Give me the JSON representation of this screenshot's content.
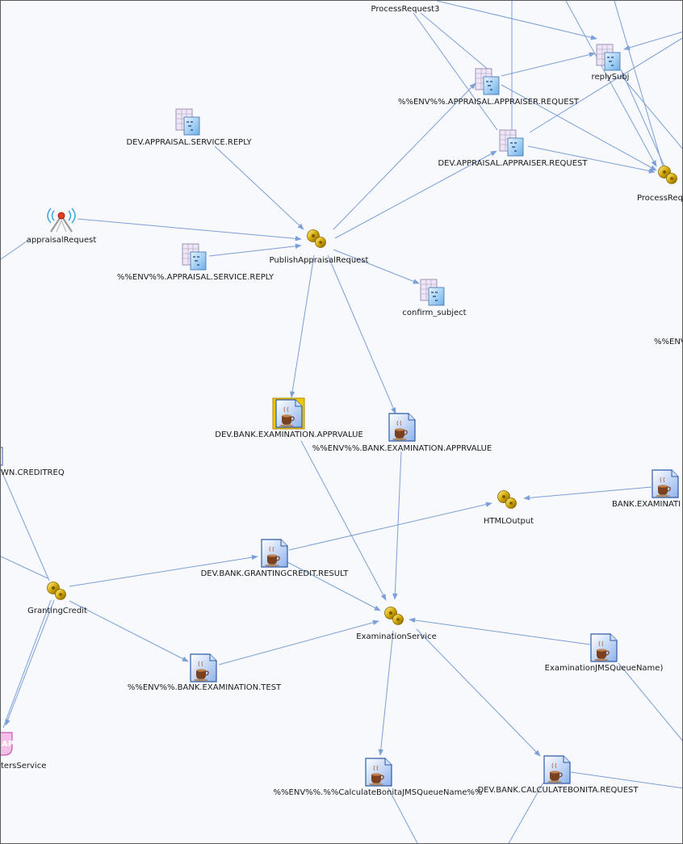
{
  "colors": {
    "edge": "#7b9fd6",
    "label": "#1a1a1a",
    "background": "#f7f9fd",
    "selection": "#f0c800"
  },
  "nodes": [
    {
      "id": "processRequest3",
      "label": "ProcessRequest3",
      "icon": "none"
    },
    {
      "id": "replySubj",
      "label": "replySubj",
      "icon": "queue-icon"
    },
    {
      "id": "envApprReq",
      "label": "%%ENV%%.APPRAISAL.APPRAISER.REQUEST",
      "icon": "queue-icon"
    },
    {
      "id": "devApprReq",
      "label": "DEV.APPRAISAL.APPRAISER.REQUEST",
      "icon": "queue-icon"
    },
    {
      "id": "processReq",
      "label": "ProcessReq",
      "icon": "process-icon"
    },
    {
      "id": "devSvcReply",
      "label": "DEV.APPRAISAL.SERVICE.REPLY",
      "icon": "queue-icon"
    },
    {
      "id": "apprRequest",
      "label": "appraisalRequest",
      "icon": "antenna-icon"
    },
    {
      "id": "publish",
      "label": "PublishAppraisalRequest",
      "icon": "process-icon"
    },
    {
      "id": "envSvcReply",
      "label": "%%ENV%%.APPRAISAL.SERVICE.REPLY",
      "icon": "queue-icon"
    },
    {
      "id": "confirm",
      "label": "confirm_subject",
      "icon": "queue-icon"
    },
    {
      "id": "envPartial",
      "label": "%%ENV",
      "icon": "none"
    },
    {
      "id": "devExamAppr",
      "label": "DEV.BANK.EXAMINATION.APPRVALUE",
      "icon": "java-doc-icon"
    },
    {
      "id": "envExamAppr",
      "label": "%%ENV%%.BANK.EXAMINATION.APPRVALUE",
      "icon": "java-doc-icon"
    },
    {
      "id": "wnCredit",
      "label": "WN.CREDITREQ",
      "icon": "none"
    },
    {
      "id": "htmlOutput",
      "label": "HTMLOutput",
      "icon": "process-icon"
    },
    {
      "id": "bankExami",
      "label": "BANK.EXAMINATI",
      "icon": "java-doc-icon"
    },
    {
      "id": "grantResult",
      "label": "DEV.BANK.GRANTINGCREDIT.RESULT",
      "icon": "java-doc-icon"
    },
    {
      "id": "granting",
      "label": "GrantingCredit",
      "icon": "process-icon"
    },
    {
      "id": "examService",
      "label": "ExaminationService",
      "icon": "process-icon"
    },
    {
      "id": "examTest",
      "label": "%%ENV%%.BANK.EXAMINATION.TEST",
      "icon": "java-doc-icon"
    },
    {
      "id": "examJms",
      "label": "ExaminationJMSQueueName)",
      "icon": "java-doc-icon"
    },
    {
      "id": "tersService",
      "label": "tersService",
      "icon": "soap-icon"
    },
    {
      "id": "bonitaEnv",
      "label": "%%ENV%%.%%CalculateBonitaJMSQueueName%%",
      "icon": "java-doc-icon"
    },
    {
      "id": "bonitaDev",
      "label": "DEV.BANK.CALCULATEBONITA.REQUEST",
      "icon": "java-doc-icon"
    }
  ],
  "soap_badge": "AP"
}
